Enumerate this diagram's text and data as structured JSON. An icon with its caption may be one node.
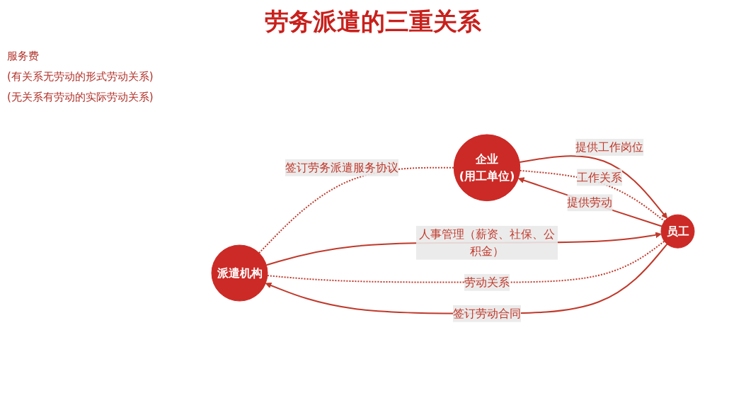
{
  "diagram": {
    "title": "劳务派遣的三重关系",
    "nodes": [
      {
        "text": [
          "派遣机构"
        ]
      },
      {
        "text": [
          "企业",
          "(用工单位)"
        ]
      },
      {
        "text": [
          "员工"
        ]
      }
    ],
    "edges": [
      {
        "from": 0,
        "to": 1,
        "arrow": "none",
        "style": "dashed",
        "label": "签订劳务派遣服务协议"
      },
      {
        "from": 2,
        "to": 0,
        "arrow": "to",
        "label": "签订劳动合同"
      },
      {
        "from": 0,
        "to": 2,
        "arrow": "to",
        "label": "人事管理（薪资、社保、公积金）"
      },
      {
        "from": 2,
        "to": 1,
        "arrow": "to",
        "label": "提供劳动"
      },
      {
        "from": 1,
        "to": 2,
        "arrow": "to",
        "label": "提供工作岗位"
      },
      {
        "from": 0,
        "to": 2,
        "arrow": "none",
        "style": "dashed",
        "label": "劳动关系"
      },
      {
        "from": 1,
        "to": 2,
        "arrow": "none",
        "style": "dashed",
        "label": "工作关系"
      }
    ],
    "labels": [
      "服务费",
      "(有关系无劳动的形式劳动关系)",
      "(无关系有劳动的实际劳动关系)"
    ]
  }
}
